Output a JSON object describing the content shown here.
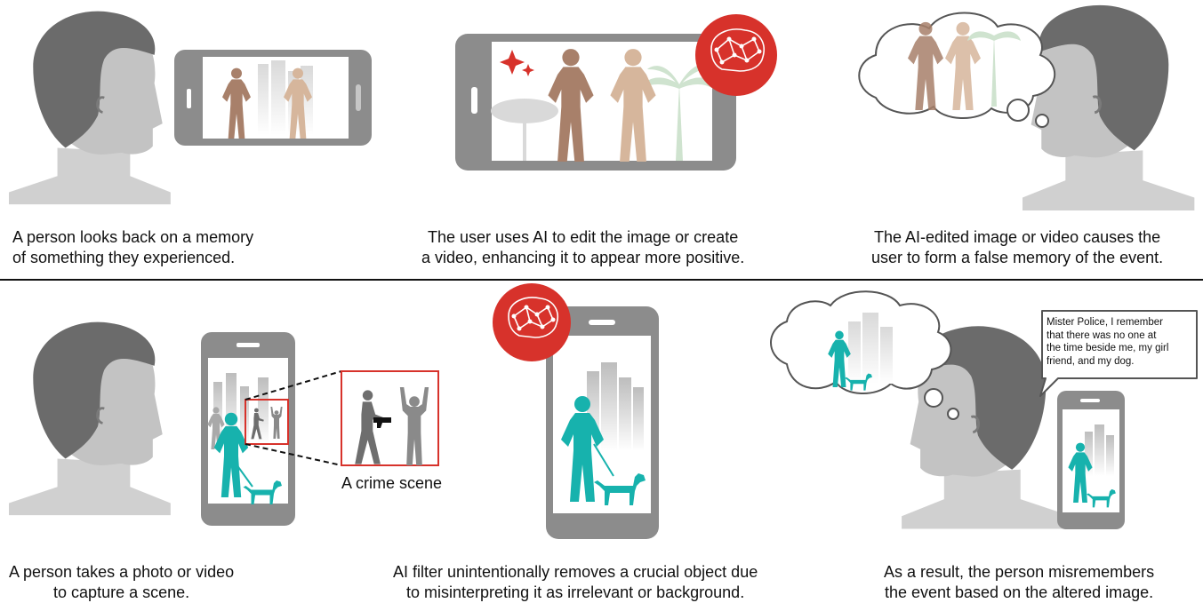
{
  "panels": [
    {
      "caption": [
        "A person looks back on a memory",
        "of something they experienced."
      ]
    },
    {
      "caption": [
        "The user uses AI to edit the image or create",
        "a video, enhancing it to appear more positive."
      ]
    },
    {
      "caption": [
        "The AI-edited image or video causes the",
        "user to form a false memory of the event."
      ]
    },
    {
      "caption": [
        "A person takes a photo or video",
        "to capture a scene."
      ]
    },
    {
      "caption": [
        "AI filter unintentionally removes a crucial object due",
        "to misinterpreting it as irrelevant or background."
      ]
    },
    {
      "caption": [
        "As a result, the person misremembers",
        "the event based on the altered image."
      ]
    }
  ],
  "crime_label": "A crime scene",
  "speech_bubble": [
    "Mister Police, I remember",
    "that there was no one at",
    "the time beside me, my girl",
    "friend, and my dog."
  ],
  "colors": {
    "head": "#6b6b6b",
    "skin": "#c9c9c9",
    "phone": "#8c8c8c",
    "ai_red": "#d7322b",
    "teal": "#17b2ad",
    "figure_brown": "#a8806a",
    "figure_tan": "#d6b69c",
    "palm": "#cfe3cf",
    "highlight": "#d7322b"
  },
  "icons": [
    "head-silhouette-icon",
    "smartphone-icon",
    "ai-brain-icon",
    "sparkle-icon",
    "thought-bubble-icon",
    "speech-bubble-icon",
    "dog-icon",
    "gun-icon"
  ]
}
